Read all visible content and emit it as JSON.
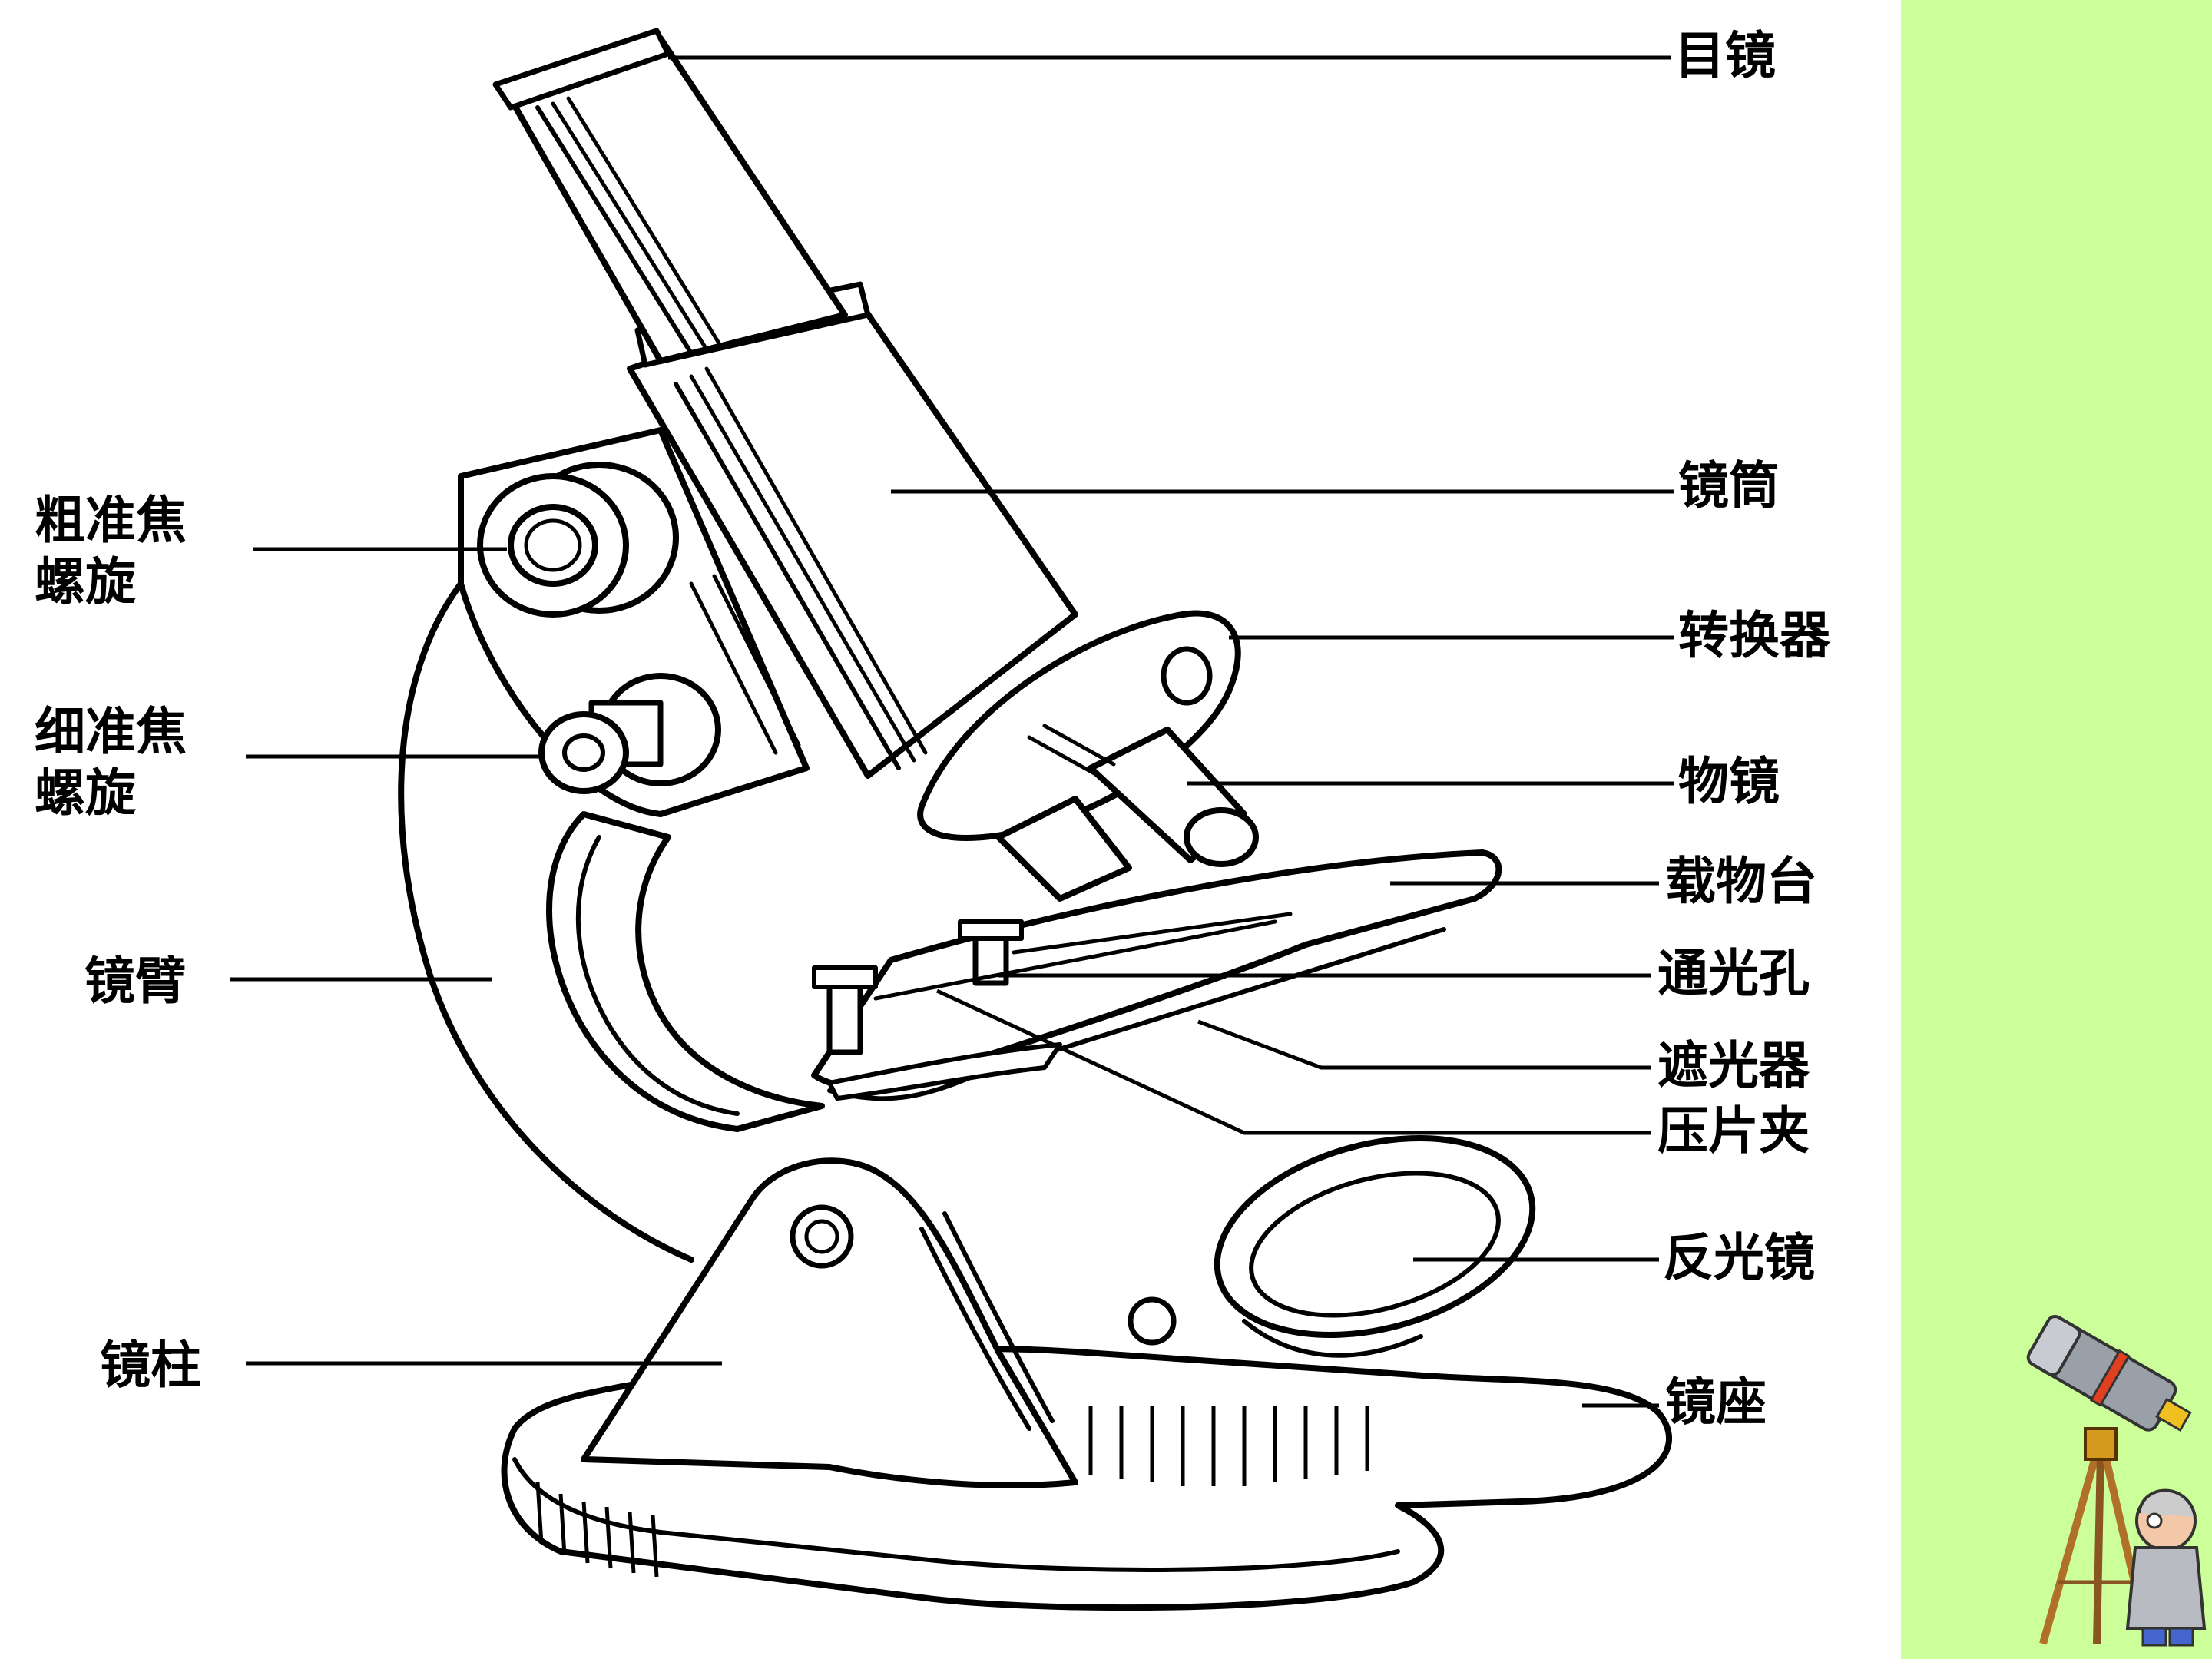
{
  "colors": {
    "background": "#ffffff",
    "side_panel": "#ccff99",
    "ink": "#000000"
  },
  "labels": {
    "eyepiece": "目镜",
    "tube": "镜筒",
    "nosepiece": "转换器",
    "objective": "物镜",
    "stage": "载物台",
    "aperture": "通光孔",
    "diaphragm": "遮光器",
    "stage_clip": "压片夹",
    "mirror": "反光镜",
    "base": "镜座",
    "coarse_focus_line1": "粗准焦",
    "coarse_focus_line2": "螺旋",
    "fine_focus_line1": "细准焦",
    "fine_focus_line2": "螺旋",
    "arm": "镜臂",
    "pillar": "镜柱"
  },
  "icons": {
    "corner_character": "telescope-scientist-icon"
  }
}
